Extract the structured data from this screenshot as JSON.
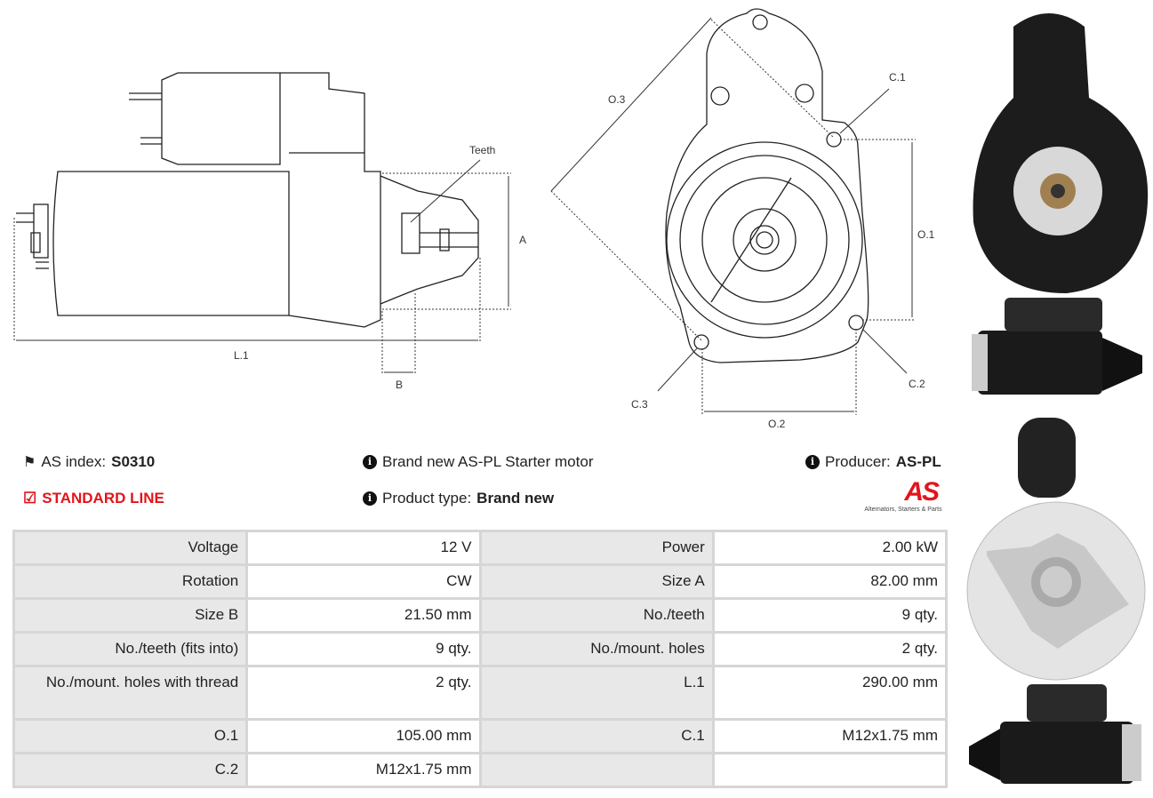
{
  "diagram_labels": {
    "teeth": "Teeth",
    "a": "A",
    "l1": "L.1",
    "b": "B",
    "o3": "O.3",
    "c1": "C.1",
    "o1": "O.1",
    "c2": "C.2",
    "c3": "C.3",
    "o2": "O.2"
  },
  "info": {
    "as_index_label": "AS index:",
    "as_index_value": "S0310",
    "line": "STANDARD LINE",
    "description": "Brand new AS-PL Starter motor",
    "product_type_label": "Product type:",
    "product_type_value": "Brand new",
    "producer_label": "Producer:",
    "producer_value": "AS-PL"
  },
  "logo": {
    "text": "AS",
    "tagline": "Alternators, Starters & Parts",
    "color": "#e3141c"
  },
  "specs": [
    [
      "Voltage",
      "12 V",
      "Power",
      "2.00 kW"
    ],
    [
      "Rotation",
      "CW",
      "Size A",
      "82.00 mm"
    ],
    [
      "Size B",
      "21.50 mm",
      "No./teeth",
      "9 qty."
    ],
    [
      "No./teeth (fits into)",
      "9 qty.",
      "No./mount. holes",
      "2 qty."
    ],
    [
      "No./mount. holes with thread",
      "2 qty.",
      "L.1",
      "290.00 mm"
    ],
    [
      "O.1",
      "105.00 mm",
      "C.1",
      "M12x1.75 mm"
    ],
    [
      "C.2",
      "M12x1.75 mm",
      "",
      ""
    ]
  ]
}
